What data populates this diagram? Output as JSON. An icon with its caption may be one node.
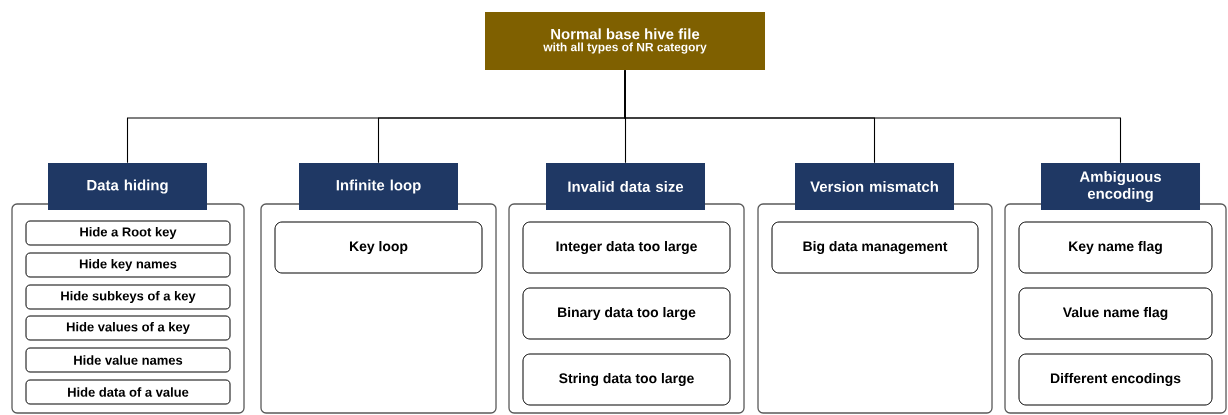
{
  "diagram": {
    "nodes": [
      {
        "text": [
          "Normal base hive file",
          "with all types of NR category"
        ]
      },
      {
        "text": [
          "Data hiding"
        ]
      },
      {
        "text": [],
        "shape": "box"
      },
      {
        "text": [
          "Hide a Root key"
        ],
        "in": 2
      },
      {
        "text": [
          "Hide key names"
        ],
        "in": 2
      },
      {
        "text": [
          "Hide subkeys of a key"
        ],
        "in": 2
      },
      {
        "text": [
          "Hide values of a key"
        ],
        "in": 2
      },
      {
        "text": [
          "Hide value names"
        ],
        "in": 2
      },
      {
        "text": [
          "Hide data of a value"
        ],
        "in": 2
      },
      {
        "text": [
          "Infinite loop"
        ]
      },
      {
        "text": [],
        "shape": "box"
      },
      {
        "text": [
          "Key loop"
        ],
        "in": 10
      },
      {
        "text": [
          "Invalid data size"
        ]
      },
      {
        "text": [],
        "shape": "box"
      },
      {
        "text": [
          "Integer data too large"
        ],
        "in": 13
      },
      {
        "text": [
          "Binary data too large"
        ],
        "in": 13
      },
      {
        "text": [
          "String data too large"
        ],
        "in": 13
      },
      {
        "text": [
          "Version mismatch"
        ]
      },
      {
        "text": [],
        "shape": "box"
      },
      {
        "text": [
          "Big data management"
        ],
        "in": 18
      },
      {
        "text": [
          "Ambiguous encoding"
        ]
      },
      {
        "text": [],
        "shape": "box"
      },
      {
        "text": [
          "Key name flag"
        ],
        "in": 21
      },
      {
        "text": [
          "Value name flag"
        ],
        "in": 21
      },
      {
        "text": [
          "Different encodings"
        ],
        "in": 21
      }
    ],
    "edges": [
      {
        "from": 0,
        "to": 1,
        "arrow": "none"
      },
      {
        "from": 0,
        "to": 9,
        "arrow": "none"
      },
      {
        "from": 0,
        "to": 12,
        "arrow": "none"
      },
      {
        "from": 0,
        "to": 17,
        "arrow": "none"
      },
      {
        "from": 0,
        "to": 20,
        "arrow": "none"
      }
    ]
  }
}
